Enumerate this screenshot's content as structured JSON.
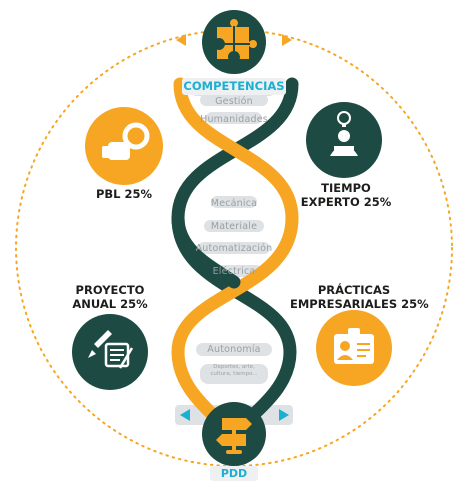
{
  "top_banner": "COMPETENCIAS",
  "bottom_banner": "PDD",
  "rungs": {
    "top": [
      "Gestión",
      "Humanidades"
    ],
    "middle": [
      "Mecánica",
      "Materiale",
      "Automatización",
      "Eléctrica"
    ],
    "bottom": [
      "Autonomía"
    ],
    "bottom_note": "Deportes, arte, cultura, tiempo..."
  },
  "nodes": {
    "pbl": {
      "label": "PBL 25%",
      "icon": "gear-hand-icon"
    },
    "tiempo": {
      "label_1": "TIEMPO",
      "label_2": "EXPERTO 25%",
      "icon": "reader-idea-icon"
    },
    "proyecto": {
      "label_1": "PROYECTO",
      "label_2": "ANUAL 25%",
      "icon": "rocket-document-icon"
    },
    "practicas": {
      "label_1": "PRÁCTICAS",
      "label_2": "EMPRESARIALES 25%",
      "icon": "id-badge-icon"
    }
  },
  "icons": {
    "top": "puzzle-icon",
    "bottom": "signpost-icon"
  },
  "colors": {
    "orange": "#f6a623",
    "dark_green": "#1d4a42",
    "cyan": "#1bb0d3",
    "grey": "#d9dcde"
  }
}
